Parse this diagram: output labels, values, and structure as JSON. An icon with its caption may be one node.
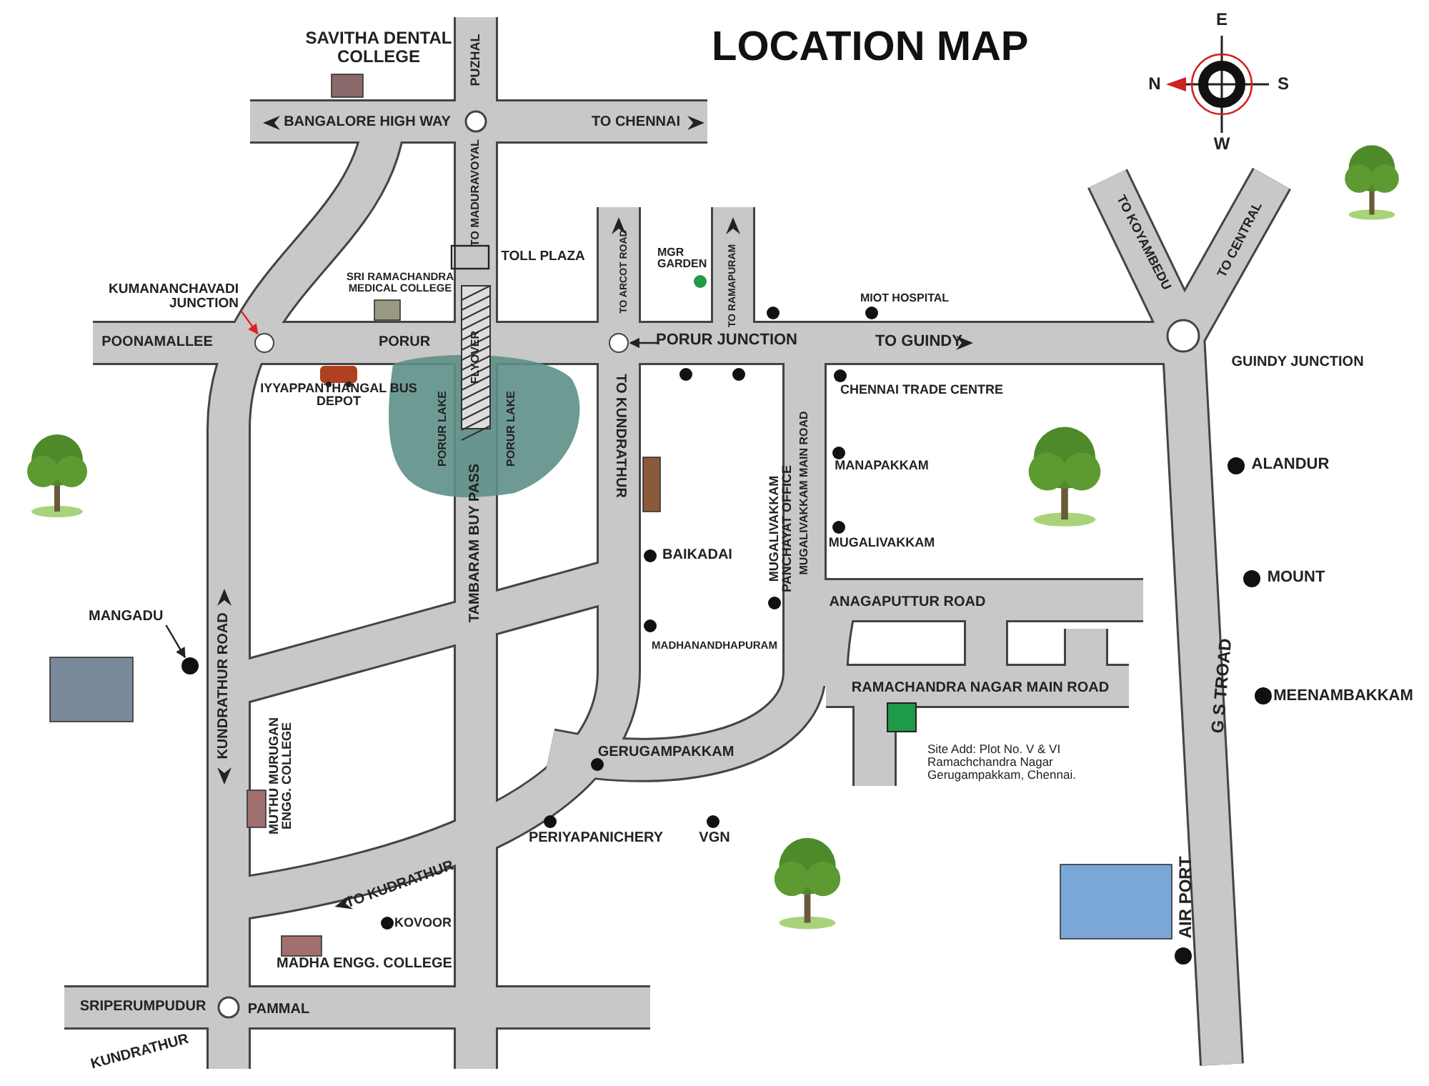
{
  "diagram": {
    "title": "LOCATION MAP",
    "nodes": [
      {
        "text": [
          "KUMANANCHAVADI JUNCTION"
        ]
      },
      {
        "text": [],
        "shape": "circle"
      },
      {
        "text": [
          "MANGADU"
        ]
      },
      {
        "text": [],
        "shape": "circle"
      },
      {
        "text": [
          "PORUR JUNCTION"
        ]
      },
      {
        "text": [],
        "shape": "circle"
      }
    ],
    "edges": [
      {
        "from": 0,
        "to": 1,
        "arrow": "to",
        "color": "#e02020"
      },
      {
        "from": 2,
        "to": 3,
        "arrow": "to"
      },
      {
        "from": 4,
        "to": 5,
        "arrow": "to"
      }
    ],
    "labels": [
      "SAVITHA DENTAL COLLEGE",
      "PUZHAL",
      "BANGALORE HIGH WAY",
      "TO CHENNAI",
      "E",
      "N",
      "S",
      "W",
      "TO MADURAVOYAL",
      "TOLL PLAZA",
      "TO ARCOT ROAD",
      "MGR GARDEN",
      "TO RAMAPURAM",
      "MIOT HOSPITAL",
      "TO KOYAMBEDU",
      "TO CENTRAL",
      "SRI RAMACHANDRA MEDICAL COLLEGE",
      "FLYOVER",
      "POONAMALLEE",
      "PORUR",
      "TO GUINDY",
      "GUINDY JUNCTION",
      "IYYAPPANTHANGAL BUS DEPOT",
      "PORUR LAKE",
      "PORUR LAKE",
      "TO KUNDRATHUR",
      "CHENNAI TRADE CENTRE",
      "MUGALIVAKKAM PANCHAYAT OFFICE",
      "MUGALIVAKKAM MAIN ROAD",
      "MANAPAKKAM",
      "ALANDUR",
      "TAMBARAM BUY PASS",
      "MUGALIVAKKAM",
      "BAIKADAI",
      "MOUNT",
      "ANAGAPUTTUR ROAD",
      "KUNDRATHUR ROAD",
      "MADHANANDHAPURAM",
      "G S TROAD",
      "RAMACHANDRA NAGAR MAIN ROAD",
      "MEENAMBAKKAM",
      "MUTHU MURUGAN ENGG. COLLEGE",
      "GERUGAMPAKKAM",
      "Site Add: Plot No. V & VI Ramachchandra Nagar Gerugampakkam, Chennai.",
      "PERIYAPANICHERY",
      "VGN",
      "TO KUDRATHUR",
      "KOVOOR",
      "AIR PORT",
      "MADHA ENGG. COLLEGE",
      "SRIPERUMPUDUR",
      "PAMMAL",
      "KUNDRATHUR"
    ]
  }
}
